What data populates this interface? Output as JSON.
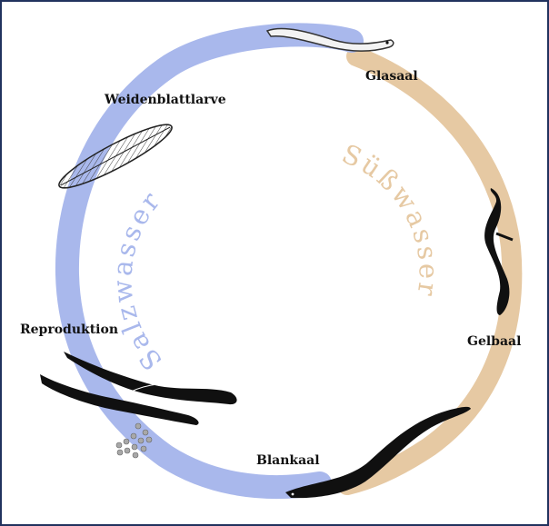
{
  "diagram": {
    "stages": {
      "glasaal": "Glasaal",
      "gelbaal": "Gelbaal",
      "blankaal": "Blankaal",
      "reproduktion": "Reproduktion",
      "weidenblattlarve": "Weidenblattlarve"
    },
    "zones": {
      "salt": "Salzwasser",
      "fresh": "Süßwasser"
    },
    "colors": {
      "salt_water": "#a9b8ec",
      "fresh_water": "#e6c9a3",
      "frame_border": "#21325e",
      "eel_body": "#101010",
      "eggs": "#a8a8a8"
    },
    "icons": [
      "glass-eel-icon",
      "yellow-eel-icon",
      "silver-eel-icon",
      "spawning-eels-icon",
      "eggs-icon",
      "leaf-larva-icon"
    ]
  }
}
